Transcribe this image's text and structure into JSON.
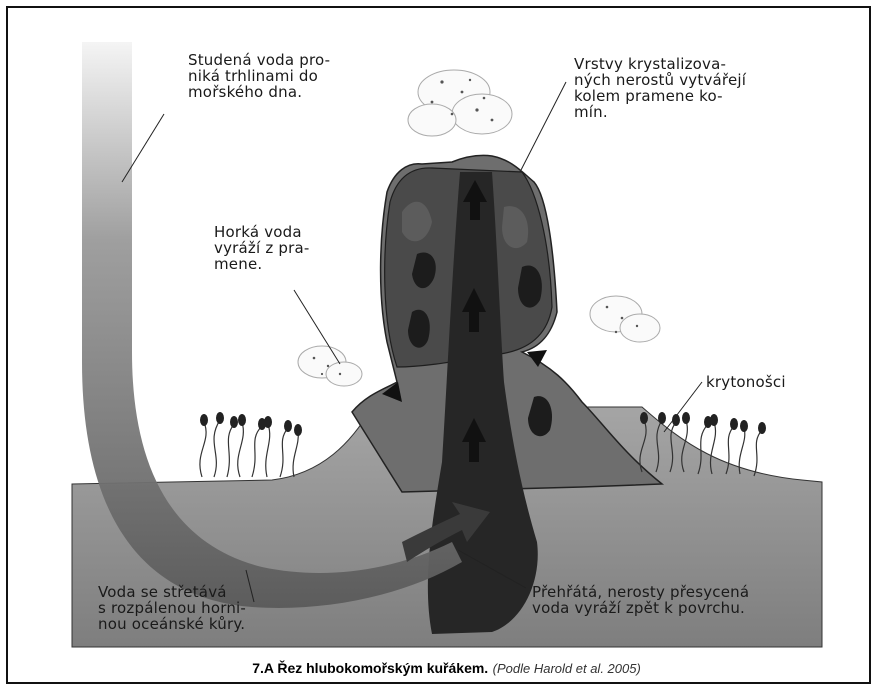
{
  "labels": {
    "cold_water": "Studená voda pro-\nniká trhlinami do\nmořského dna.",
    "crystal_layers": "Vrstvy krystalizova-\nných nerostů vytvářejí\nkolem pramene ko-\nmín.",
    "hot_water": "Horká voda\nvyráží z pra-\nmene.",
    "tubeworms": "krytonošci",
    "meets_rock": "Voda se střetává\ns rozpálenou horni-\nnou oceánské kůry.",
    "superheated": "Přehřátá, nerosty přesycená\nvoda vyráží zpět k povrchu."
  },
  "caption": {
    "title": "7.A Řez hlubokomořským kuřákem.",
    "source": "(Podle Harold et al. 2005)"
  },
  "colors": {
    "frame": "#111111",
    "seafloor": "#8a8a8a",
    "chimney": "#3e3e3e",
    "channel": "#1f1f1f",
    "arrow": "#555555"
  }
}
